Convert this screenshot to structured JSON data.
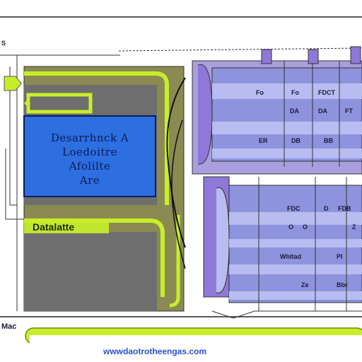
{
  "blue_box": {
    "lines": [
      "Desarrhnck A",
      "Loedoitre",
      "Afolilte",
      "Are"
    ]
  },
  "green_label": "Datalatte",
  "left_mark": "Mac",
  "top_left_mark": "S",
  "footer": "wwwdaotrotheengas.com",
  "top_table": {
    "headers": [
      "Fo",
      "Fo",
      "FDCT"
    ],
    "row2": [
      "DA",
      "DA",
      "FT"
    ],
    "row3": [
      "ER",
      "DB",
      "BB"
    ]
  },
  "bottom_table": {
    "headers": [
      "FDC",
      "D",
      "FDB"
    ],
    "row2": [
      "O",
      "O",
      "Z"
    ],
    "row3": [
      "Whltad",
      "Pl"
    ],
    "row4": [
      "Ze",
      "Bbr"
    ]
  },
  "colors": {
    "accent_yellow": "#c8ee2a",
    "box_blue": "#2d6ee0",
    "panel_purple": "#8e78d8",
    "table_lavender": "#8d93dc",
    "olive": "#8a8a52",
    "grey_fill": "#6e6e6e"
  }
}
